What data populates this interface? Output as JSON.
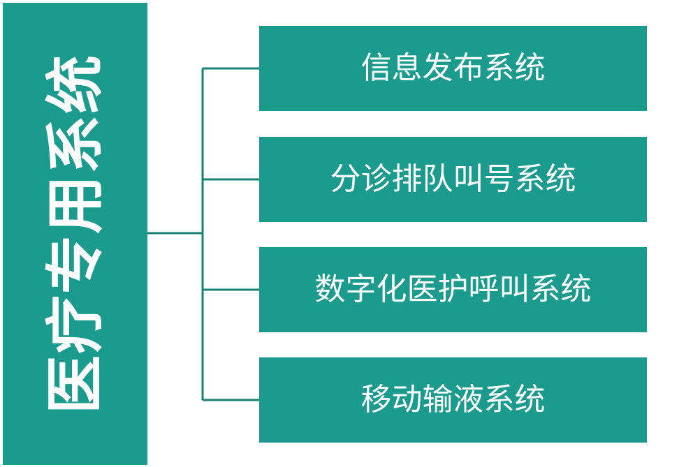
{
  "colors": {
    "box_fill": "#1a9b8e",
    "text": "#ffffff",
    "connector": "#1a7f74",
    "background": "#ffffff"
  },
  "root": {
    "label": "医疗专用系统"
  },
  "children": [
    {
      "label": "信息发布系统"
    },
    {
      "label": "分诊排队叫号系统"
    },
    {
      "label": "数字化医护呼叫系统"
    },
    {
      "label": "移动输液系统"
    }
  ]
}
